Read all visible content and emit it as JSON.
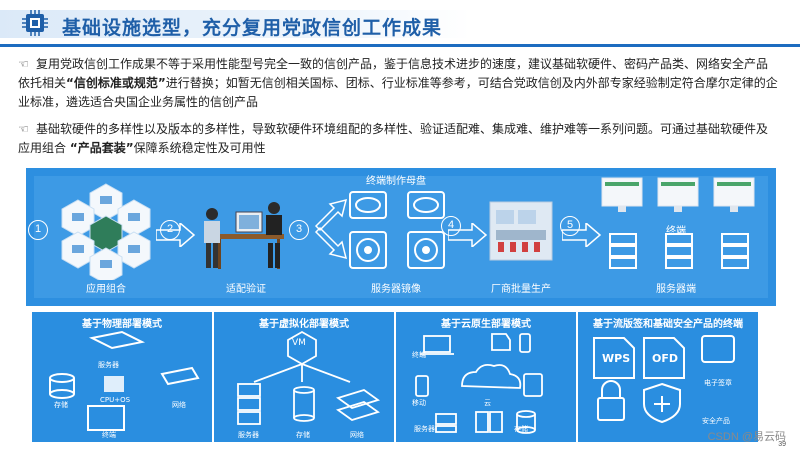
{
  "title": "基础设施选型，充分复用党政信创工作成果",
  "bullets": [
    {
      "part1": "复用党政信创工作成果不等于采用性能型号完全一致的信创产品，鉴于信息技术进步的速度，建议基础软硬件、密码产品类、网络安全产品依托相关",
      "bold": "“信创标准或规范”",
      "part2": "进行替换；如暂无信创相关国标、团标、行业标准等参考，可结合党政信创及内外部专家经验制定符合摩尔定律的企业标准，遴选适合央国企业务属性的信创产品"
    },
    {
      "part1": "基础软硬件的多样性以及版本的多样性，导致软硬件环境组配的多样性、验证适配难、集成难、维护难等一系列问题。可通过基础软硬件及应用组合 ",
      "bold": "“产品套装”",
      "part2": "保障系统稳定性及可用性"
    }
  ],
  "flow": {
    "steps": [
      "1",
      "2",
      "3",
      "4",
      "5"
    ],
    "labels": {
      "app_combo": "应用组合",
      "adapt_verify": "适配验证",
      "master_disk": "终端制作母盘",
      "server_image": "服务器镜像",
      "mass_production": "厂商批量生产",
      "terminal": "终端",
      "server_side": "服务器端"
    }
  },
  "cards": [
    {
      "title": "基于物理部署模式",
      "labels": [
        "服务器",
        "CPU+OS",
        "存储",
        "网络",
        "终端"
      ]
    },
    {
      "title": "基于虚拟化部署模式",
      "labels": [
        "VM",
        "服务器",
        "存储",
        "网络"
      ]
    },
    {
      "title": "基于云原生部署模式",
      "labels": [
        "终端",
        "移动",
        "云",
        "服务器",
        "存储"
      ]
    },
    {
      "title": "基于流版签和基础安全产品的终端",
      "labels": [
        "WPS",
        "OFD",
        "电子签章",
        "安全产品"
      ]
    }
  ],
  "watermark": "CSDN @易云码",
  "page_number": "39"
}
